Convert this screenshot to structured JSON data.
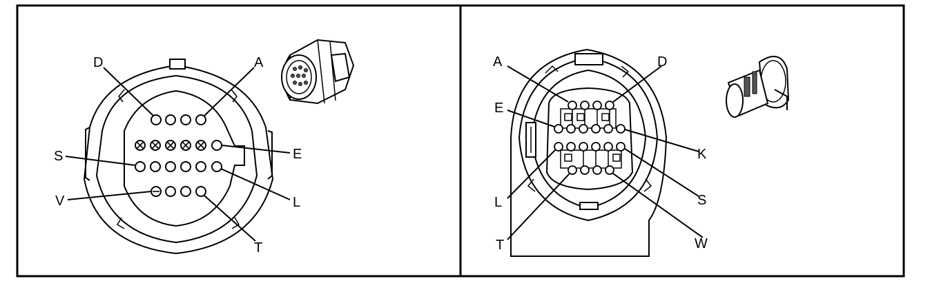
{
  "left_connector": {
    "labels": {
      "d": "D",
      "a": "A",
      "e": "E",
      "s": "S",
      "l": "L",
      "v": "V",
      "t": "T"
    }
  },
  "right_connector": {
    "labels": {
      "a": "A",
      "d": "D",
      "e": "E",
      "k": "K",
      "l": "L",
      "s": "S",
      "t": "T",
      "w": "W"
    }
  }
}
